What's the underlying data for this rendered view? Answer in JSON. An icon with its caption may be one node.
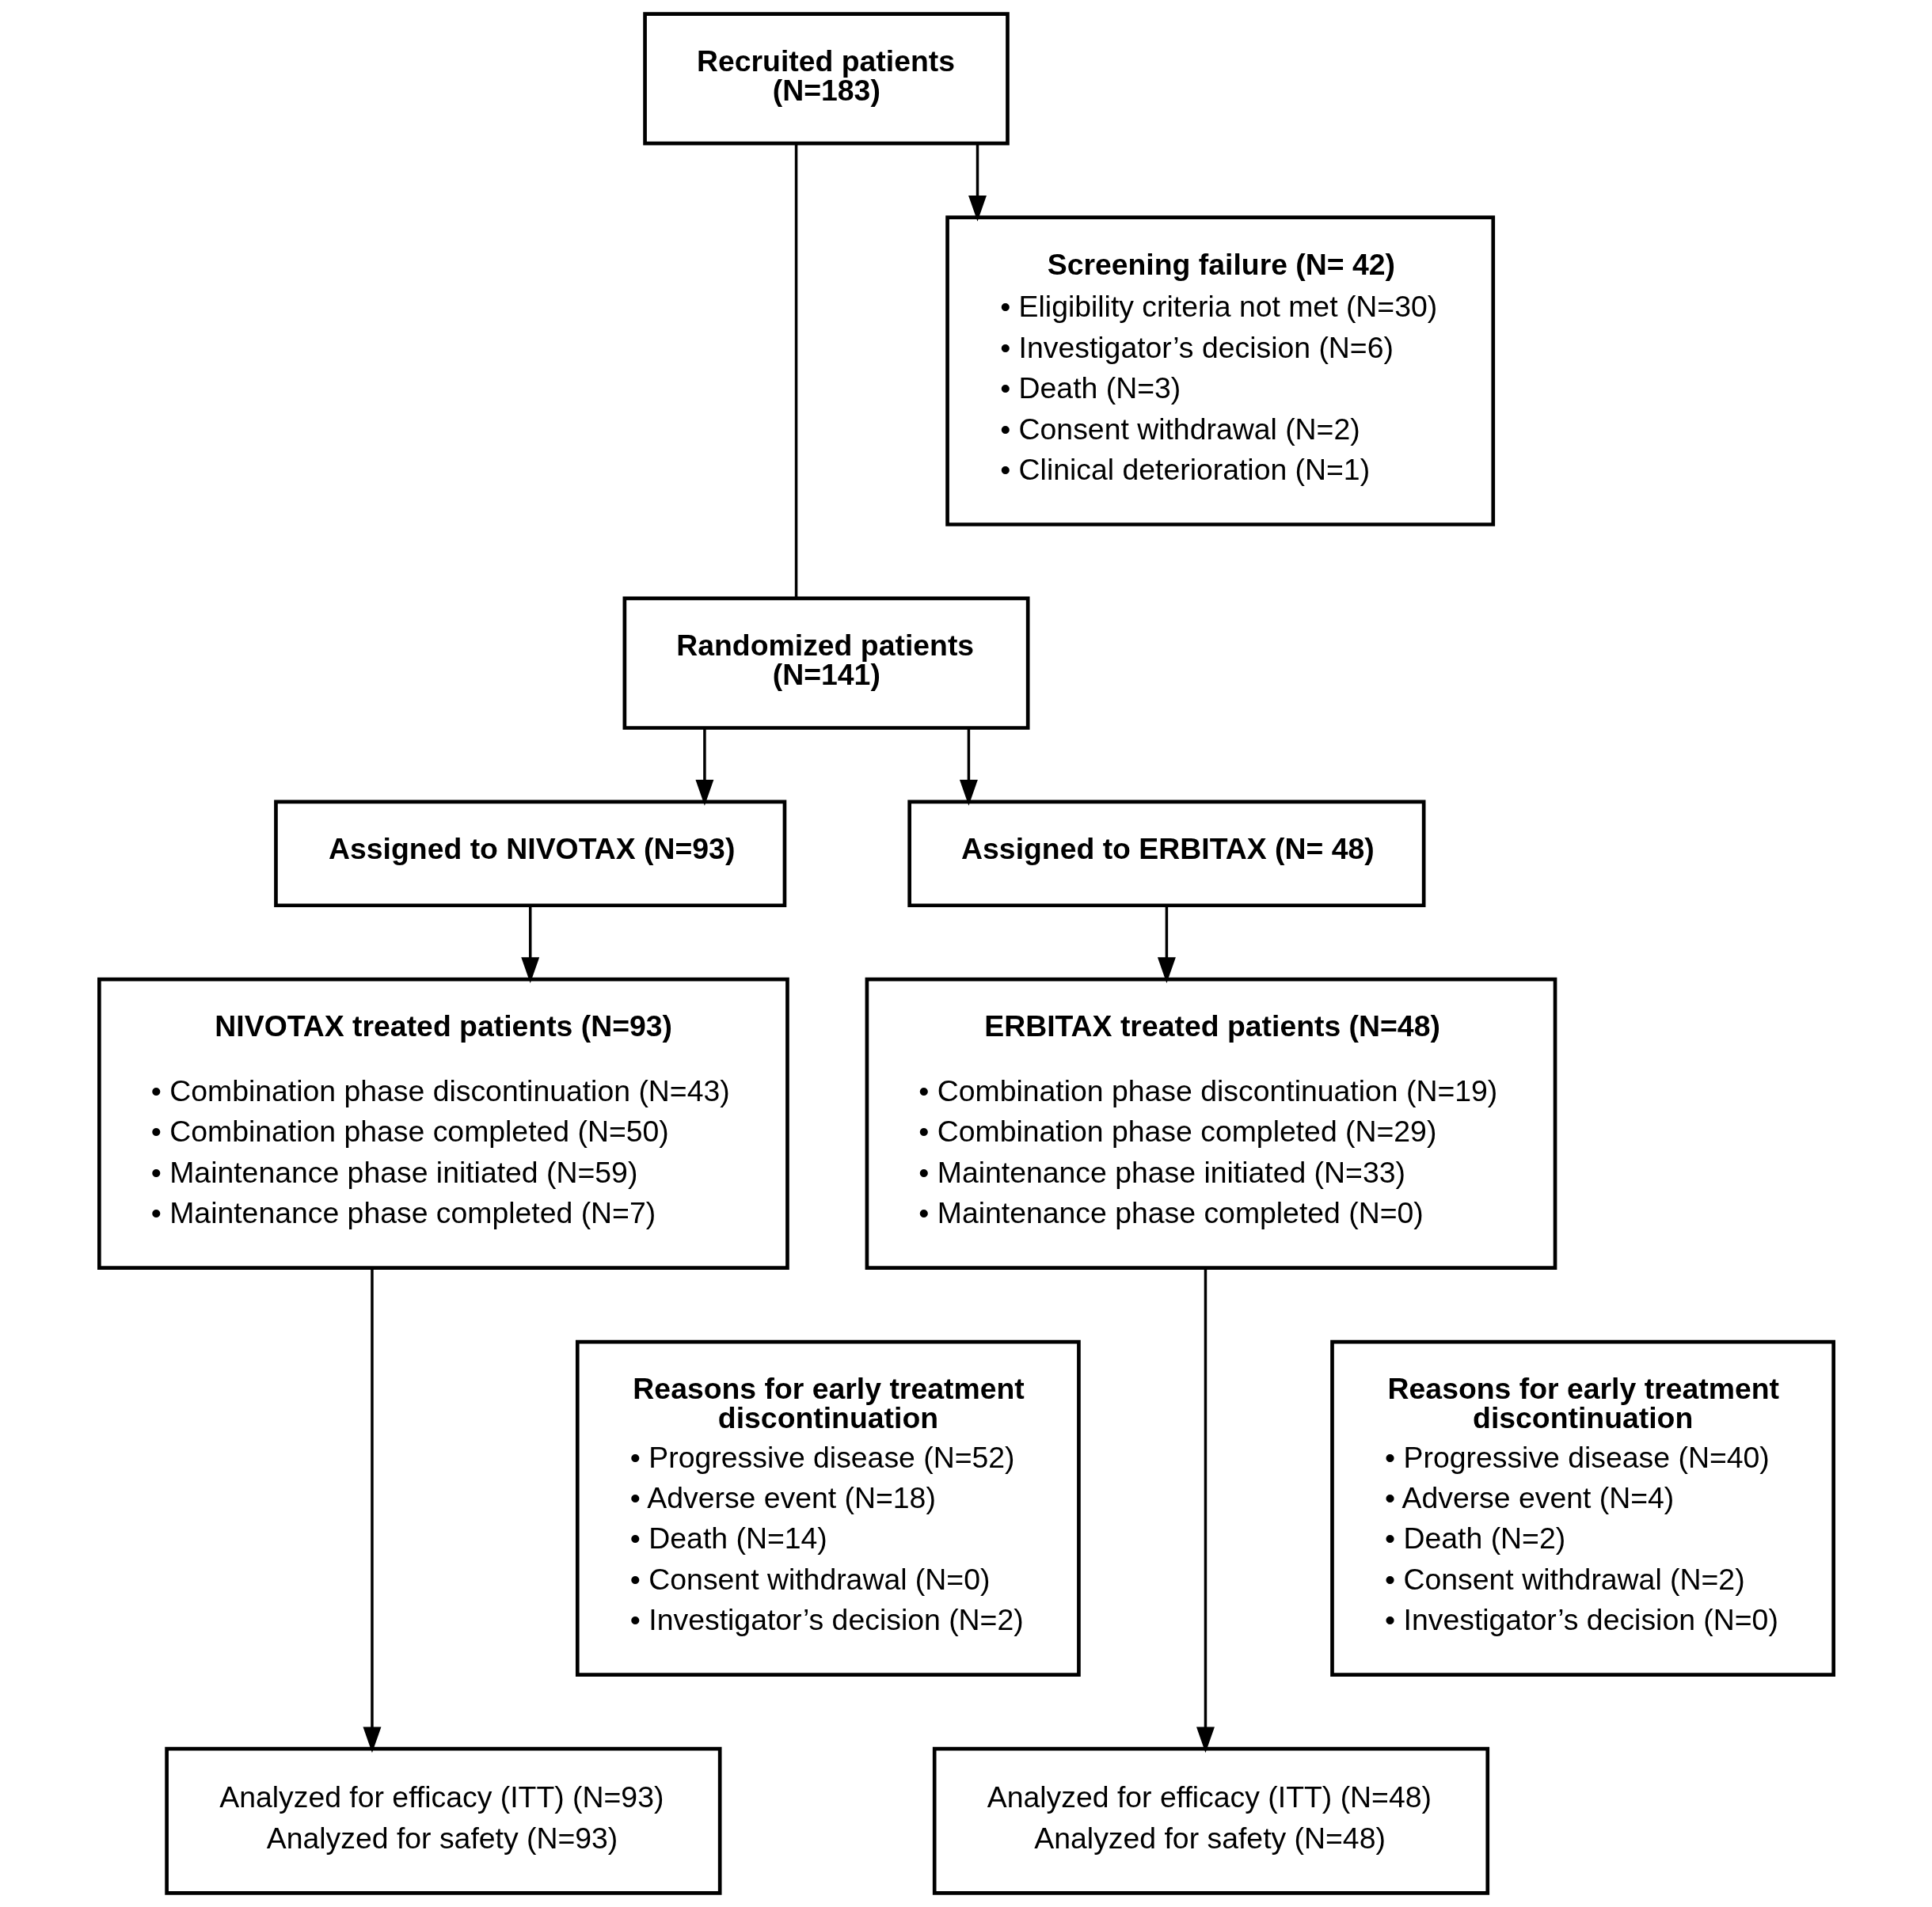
{
  "diagram": {
    "nodes": [
      {
        "text": [
          "Recruited patients (N=183)"
        ]
      },
      {
        "text": [
          "Screening failure (N= 42)",
          "• Eligibility criteria not met (N=30)",
          "• Investigator’s decision (N=6)",
          "• Death (N=3)",
          "• Consent withdrawal (N=2)",
          "• Clinical deterioration (N=1)"
        ]
      },
      {
        "text": [
          "Randomized patients (N=141)"
        ]
      },
      {
        "text": [
          "Assigned to NIVOTAX (N=93)"
        ]
      },
      {
        "text": [
          "Assigned to ERBITAX (N= 48)"
        ]
      },
      {
        "text": [
          "NIVOTAX treated patients (N=93)",
          "• Combination phase discontinuation (N=43)",
          "• Combination phase completed (N=50)",
          "• Maintenance phase initiated (N=59)",
          "• Maintenance phase completed (N=7)"
        ]
      },
      {
        "text": [
          "ERBITAX treated patients (N=48)",
          "• Combination phase discontinuation (N=19)",
          "• Combination phase completed (N=29)",
          "• Maintenance phase initiated (N=33)",
          "• Maintenance phase completed (N=0)"
        ]
      },
      {
        "text": [
          "Reasons for early treatment discontinuation",
          "• Progressive disease (N=52)",
          "• Adverse event (N=18)",
          "• Death (N=14)",
          "• Consent withdrawal (N=0)",
          "• Investigator’s decision (N=2)"
        ]
      },
      {
        "text": [
          "Reasons for early treatment discontinuation",
          "• Progressive disease (N=40)",
          "• Adverse event (N=4)",
          "• Death (N=2)",
          "• Consent withdrawal (N=2)",
          "• Investigator’s decision (N=0)"
        ]
      },
      {
        "text": [
          "Analyzed for efficacy (ITT) (N=93)",
          "Analyzed for safety (N=93)"
        ]
      },
      {
        "text": [
          "Analyzed for efficacy (ITT) (N=48)",
          "Analyzed for safety (N=48)"
        ]
      }
    ],
    "edges": [
      {
        "from": 0,
        "to": 2,
        "arrow": "none"
      },
      {
        "from": 0,
        "to": 1,
        "arrow": "to"
      },
      {
        "from": 2,
        "to": 3,
        "arrow": "to"
      },
      {
        "from": 2,
        "to": 4,
        "arrow": "to"
      },
      {
        "from": 3,
        "to": 5,
        "arrow": "to"
      },
      {
        "from": 4,
        "to": 6,
        "arrow": "to"
      },
      {
        "from": 5,
        "to": 9,
        "arrow": "to"
      },
      {
        "from": 6,
        "to": 10,
        "arrow": "to"
      }
    ]
  }
}
